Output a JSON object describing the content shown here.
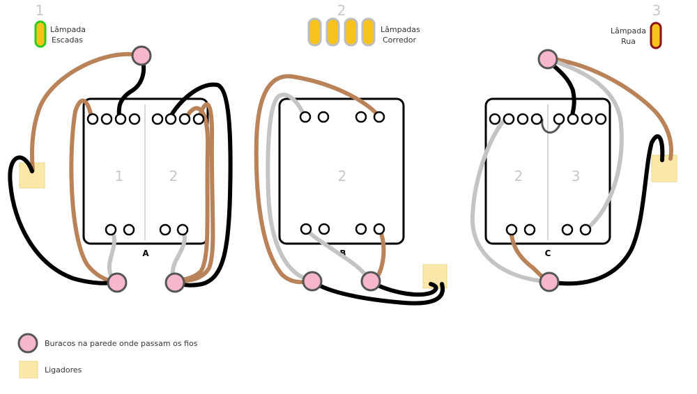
{
  "lamps": [
    {
      "number": "1",
      "label_line1": "Lâmpada",
      "label_line2": "Escadas",
      "outline_color": "#2ecc1a"
    },
    {
      "number": "2",
      "label_line1": "Lâmpadas",
      "label_line2": "Corredor",
      "outline_color": "#bdbdbd"
    },
    {
      "number": "3",
      "label_line1": "Lâmpada",
      "label_line2": "Rua",
      "outline_color": "#8b0f16"
    }
  ],
  "boxes": [
    {
      "label": "A",
      "sections": [
        "1",
        "2"
      ]
    },
    {
      "label": "B",
      "sections": [
        "2"
      ]
    },
    {
      "label": "C",
      "sections": [
        "2",
        "3"
      ]
    }
  ],
  "legend": {
    "wall_hole": "Buracos na parede onde passam os fios",
    "connector": "Ligadores"
  },
  "colors": {
    "brown_wire": "#b98258",
    "black_wire": "#000000",
    "gray_wire": "#c4c4c4",
    "hole_fill": "#f6b7cc",
    "hole_stroke": "#555555",
    "connector_fill": "#fbe8a8",
    "lamp_fill": "#f7c31a"
  }
}
